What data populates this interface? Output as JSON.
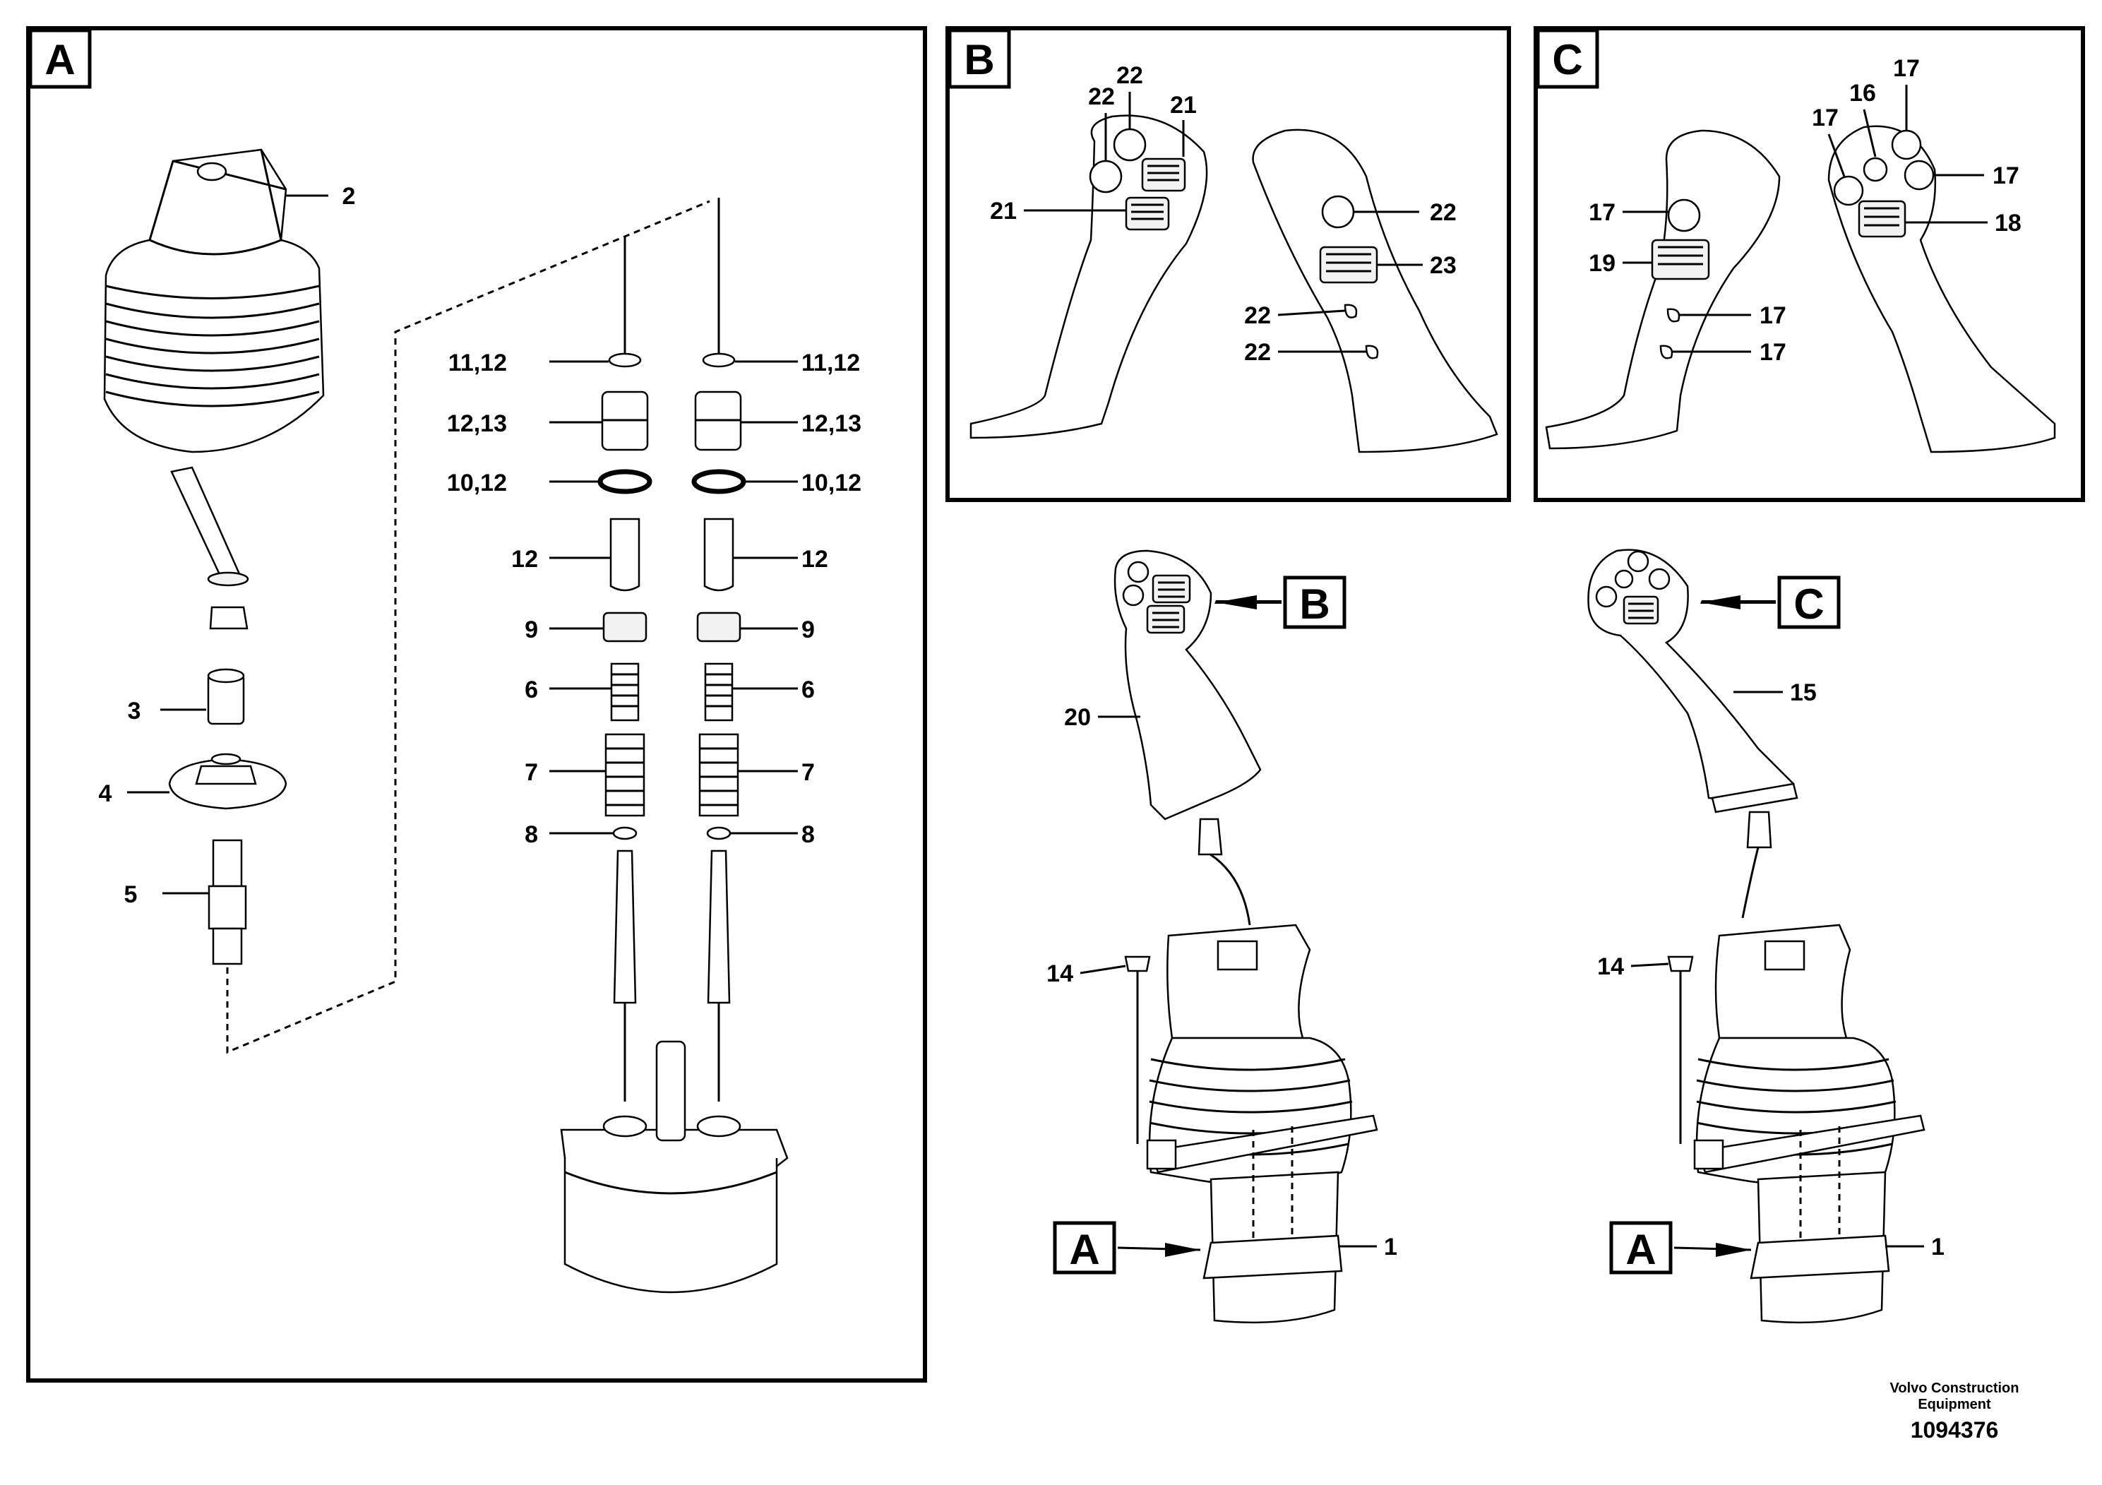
{
  "panels": {
    "a": {
      "tag": "A"
    },
    "b": {
      "tag": "B"
    },
    "c": {
      "tag": "C"
    }
  },
  "callouts": {
    "b": {
      "tag": "B"
    },
    "c": {
      "tag": "C"
    },
    "a_left": {
      "tag": "A"
    },
    "a_right": {
      "tag": "A"
    }
  },
  "labels": {
    "p2": "2",
    "p3": "3",
    "p4": "4",
    "p5": "5",
    "p11_12_l": "11,12",
    "p11_12_r": "11,12",
    "p12_13_l": "12,13",
    "p12_13_r": "12,13",
    "p10_12_l": "10,12",
    "p10_12_r": "10,12",
    "p12_l": "12",
    "p12_r": "12",
    "p9_l": "9",
    "p9_r": "9",
    "p6_l": "6",
    "p6_r": "6",
    "p7_l": "7",
    "p7_r": "7",
    "p8_l": "8",
    "p8_r": "8",
    "b_22a": "22",
    "b_22b": "22",
    "b_21a": "21",
    "b_21b": "21",
    "b_22c": "22",
    "b_23": "23",
    "b_22d": "22",
    "b_22e": "22",
    "c_17a": "17",
    "c_16": "16",
    "c_17b": "17",
    "c_17c": "17",
    "c_17d": "17",
    "c_18": "18",
    "c_19": "19",
    "c_17e": "17",
    "c_17f": "17",
    "p20": "20",
    "p15": "15",
    "p14_l": "14",
    "p14_r": "14",
    "p1_l": "1",
    "p1_r": "1"
  },
  "footer": {
    "company_line1": "Volvo Construction",
    "company_line2": "Equipment",
    "drawing_number": "1094376"
  }
}
